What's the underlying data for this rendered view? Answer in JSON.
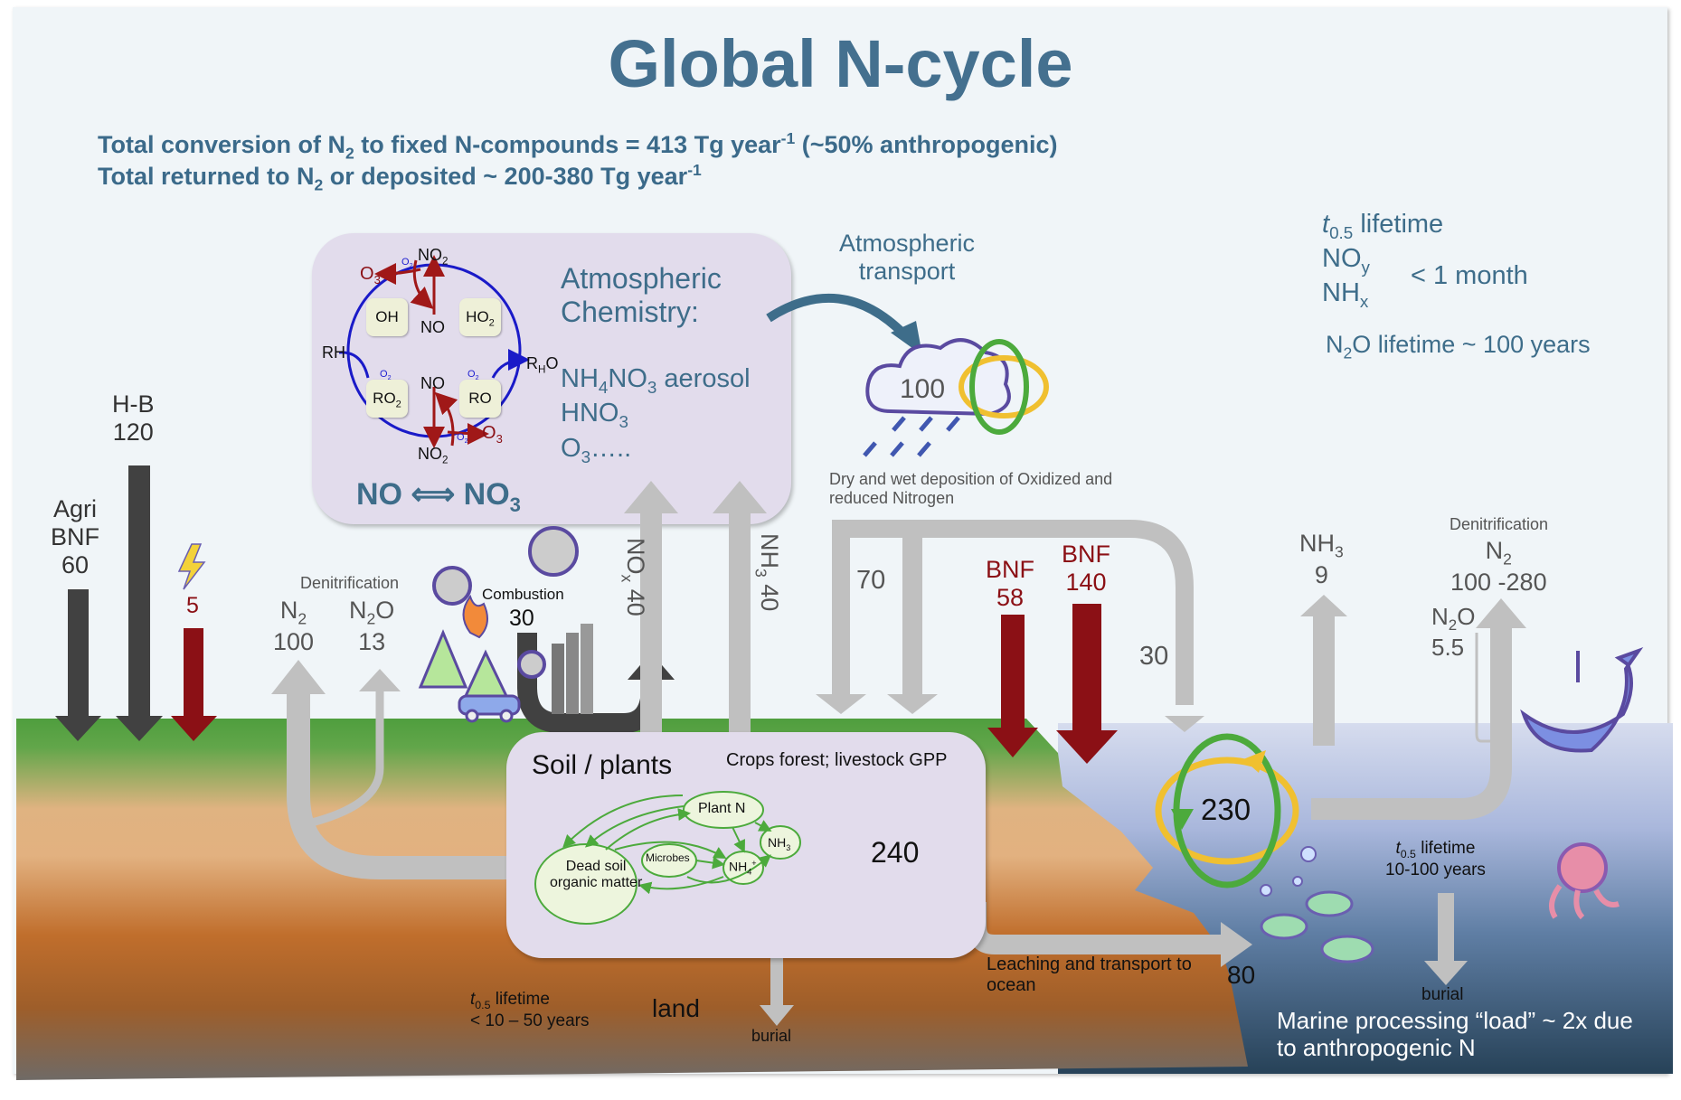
{
  "title": "Global N-cycle",
  "summary": {
    "line1_pre": "Total conversion of N",
    "line1_sub": "2",
    "line1_mid": " to fixed N-compounds = 413 Tg year",
    "line1_sup": "-1",
    "line1_post": " (~50% anthropogenic)",
    "line2_pre": "Total returned to N",
    "line2_sub": "2",
    "line2_mid": " or deposited ~ 200-380 Tg year",
    "line2_sup": "-1"
  },
  "lifetimes": {
    "t_symbol": "t",
    "t_sub": "0.5",
    "heading": " lifetime",
    "noy": "NO",
    "noy_sub": "y",
    "nhx": "NH",
    "nhx_sub": "x",
    "short_value": "< 1 month",
    "n2o_pre": "N",
    "n2o_sub": "2",
    "n2o_post": "O lifetime ~ 100 years"
  },
  "atmospheric_chemistry": {
    "heading_line1": "Atmospheric",
    "heading_line2": "Chemistry:",
    "species": [
      {
        "base": "NH",
        "sub": "4",
        "rest": "NO",
        "sub2": "3",
        "post": " aerosol"
      },
      {
        "base": "HNO",
        "sub": "3",
        "rest": "",
        "sub2": "",
        "post": ""
      },
      {
        "base": "O",
        "sub": "3",
        "rest": "",
        "sub2": "",
        "post": "….."
      }
    ],
    "equilibrium_left": "NO",
    "equilibrium_arrow": "⟺",
    "equilibrium_right": "NO",
    "equilibrium_right_sub": "3",
    "cycle": {
      "oh": "OH",
      "ho2": "HO",
      "ho2_sub": "2",
      "ro2": "RO",
      "ro2_sub": "2",
      "ro": "RO",
      "no_top": "NO",
      "no_bottom": "NO",
      "no2_top": "NO",
      "no2_bottom": "NO",
      "no2_sub": "2",
      "o3": "O",
      "o3_sub": "3",
      "o2": "O",
      "o2_sub": "2",
      "rh": "RH",
      "rho": "R",
      "rho_sub": "H",
      "rho_post": "O"
    }
  },
  "atmospheric_transport": {
    "label_line1": "Atmospheric",
    "label_line2": "transport",
    "cloud_value": "100"
  },
  "deposition": {
    "label_line1": "Dry and wet deposition of Oxidized and",
    "label_line2": "reduced Nitrogen",
    "land_value": "70",
    "ocean_value": "30"
  },
  "inputs": {
    "agri_bnf": {
      "line1": "Agri",
      "line2": "BNF",
      "value": "60"
    },
    "haber_bosch": {
      "line1": "H-B",
      "value": "120"
    },
    "lightning": {
      "value": "5"
    },
    "land_bnf": {
      "label": "BNF",
      "value": "58"
    },
    "ocean_bnf": {
      "label": "BNF",
      "value": "140"
    }
  },
  "land_emissions": {
    "denitrification_label": "Denitrification",
    "n2": {
      "base": "N",
      "sub": "2",
      "value": "100"
    },
    "n2o": {
      "base": "N",
      "sub": "2",
      "post": "O",
      "value": "13"
    },
    "combustion_label": "Combustion",
    "combustion_value": "30",
    "nox": {
      "base": "NO",
      "sub": "x",
      "value": "40"
    },
    "nh3": {
      "base": "NH",
      "sub": "3",
      "value": "40"
    }
  },
  "soil_plants": {
    "heading": "Soil / plants",
    "subheading": "Crops forest; livestock GPP",
    "nodes": {
      "plant_n": "Plant N",
      "dead_soil_line1": "Dead soil",
      "dead_soil_line2": "organic matter",
      "microbes": "Microbes",
      "nh4": "NH",
      "nh4_sub": "4",
      "nh4_sup": "+",
      "nh3": "NH",
      "nh3_sub": "3"
    },
    "recycle_value": "240"
  },
  "land": {
    "label": "land",
    "t_symbol": "t",
    "t_sub": "0.5",
    "lifetime_label": " lifetime",
    "lifetime_value": "< 10 – 50 years",
    "burial_label": "burial",
    "leaching_line1": "Leaching and transport to",
    "leaching_line2": "ocean",
    "leaching_value": "80"
  },
  "ocean": {
    "recycle_value": "230",
    "nh3": {
      "base": "NH",
      "sub": "3",
      "value": "9"
    },
    "denitrification_label": "Denitrification",
    "n2": {
      "base": "N",
      "sub": "2",
      "value": "100 -280"
    },
    "n2o": {
      "base": "N",
      "sub": "2",
      "post": "O",
      "value": "5.5"
    },
    "t_symbol": "t",
    "t_sub": "0.5",
    "lifetime_label": " lifetime",
    "lifetime_value": "10-100 years",
    "burial_label": "burial",
    "marine_line1": "Marine processing “load” ~ 2x due",
    "marine_line2": "to anthropogenic N"
  },
  "colors": {
    "title_blue": "#44708f",
    "anthropogenic_dark": "#414141",
    "natural_red": "#8b1015",
    "flux_grey": "#c0c0c0",
    "recycle_green": "#4caa3c",
    "recycle_yellow": "#f0c030",
    "chem_box": "#e2dcec"
  }
}
